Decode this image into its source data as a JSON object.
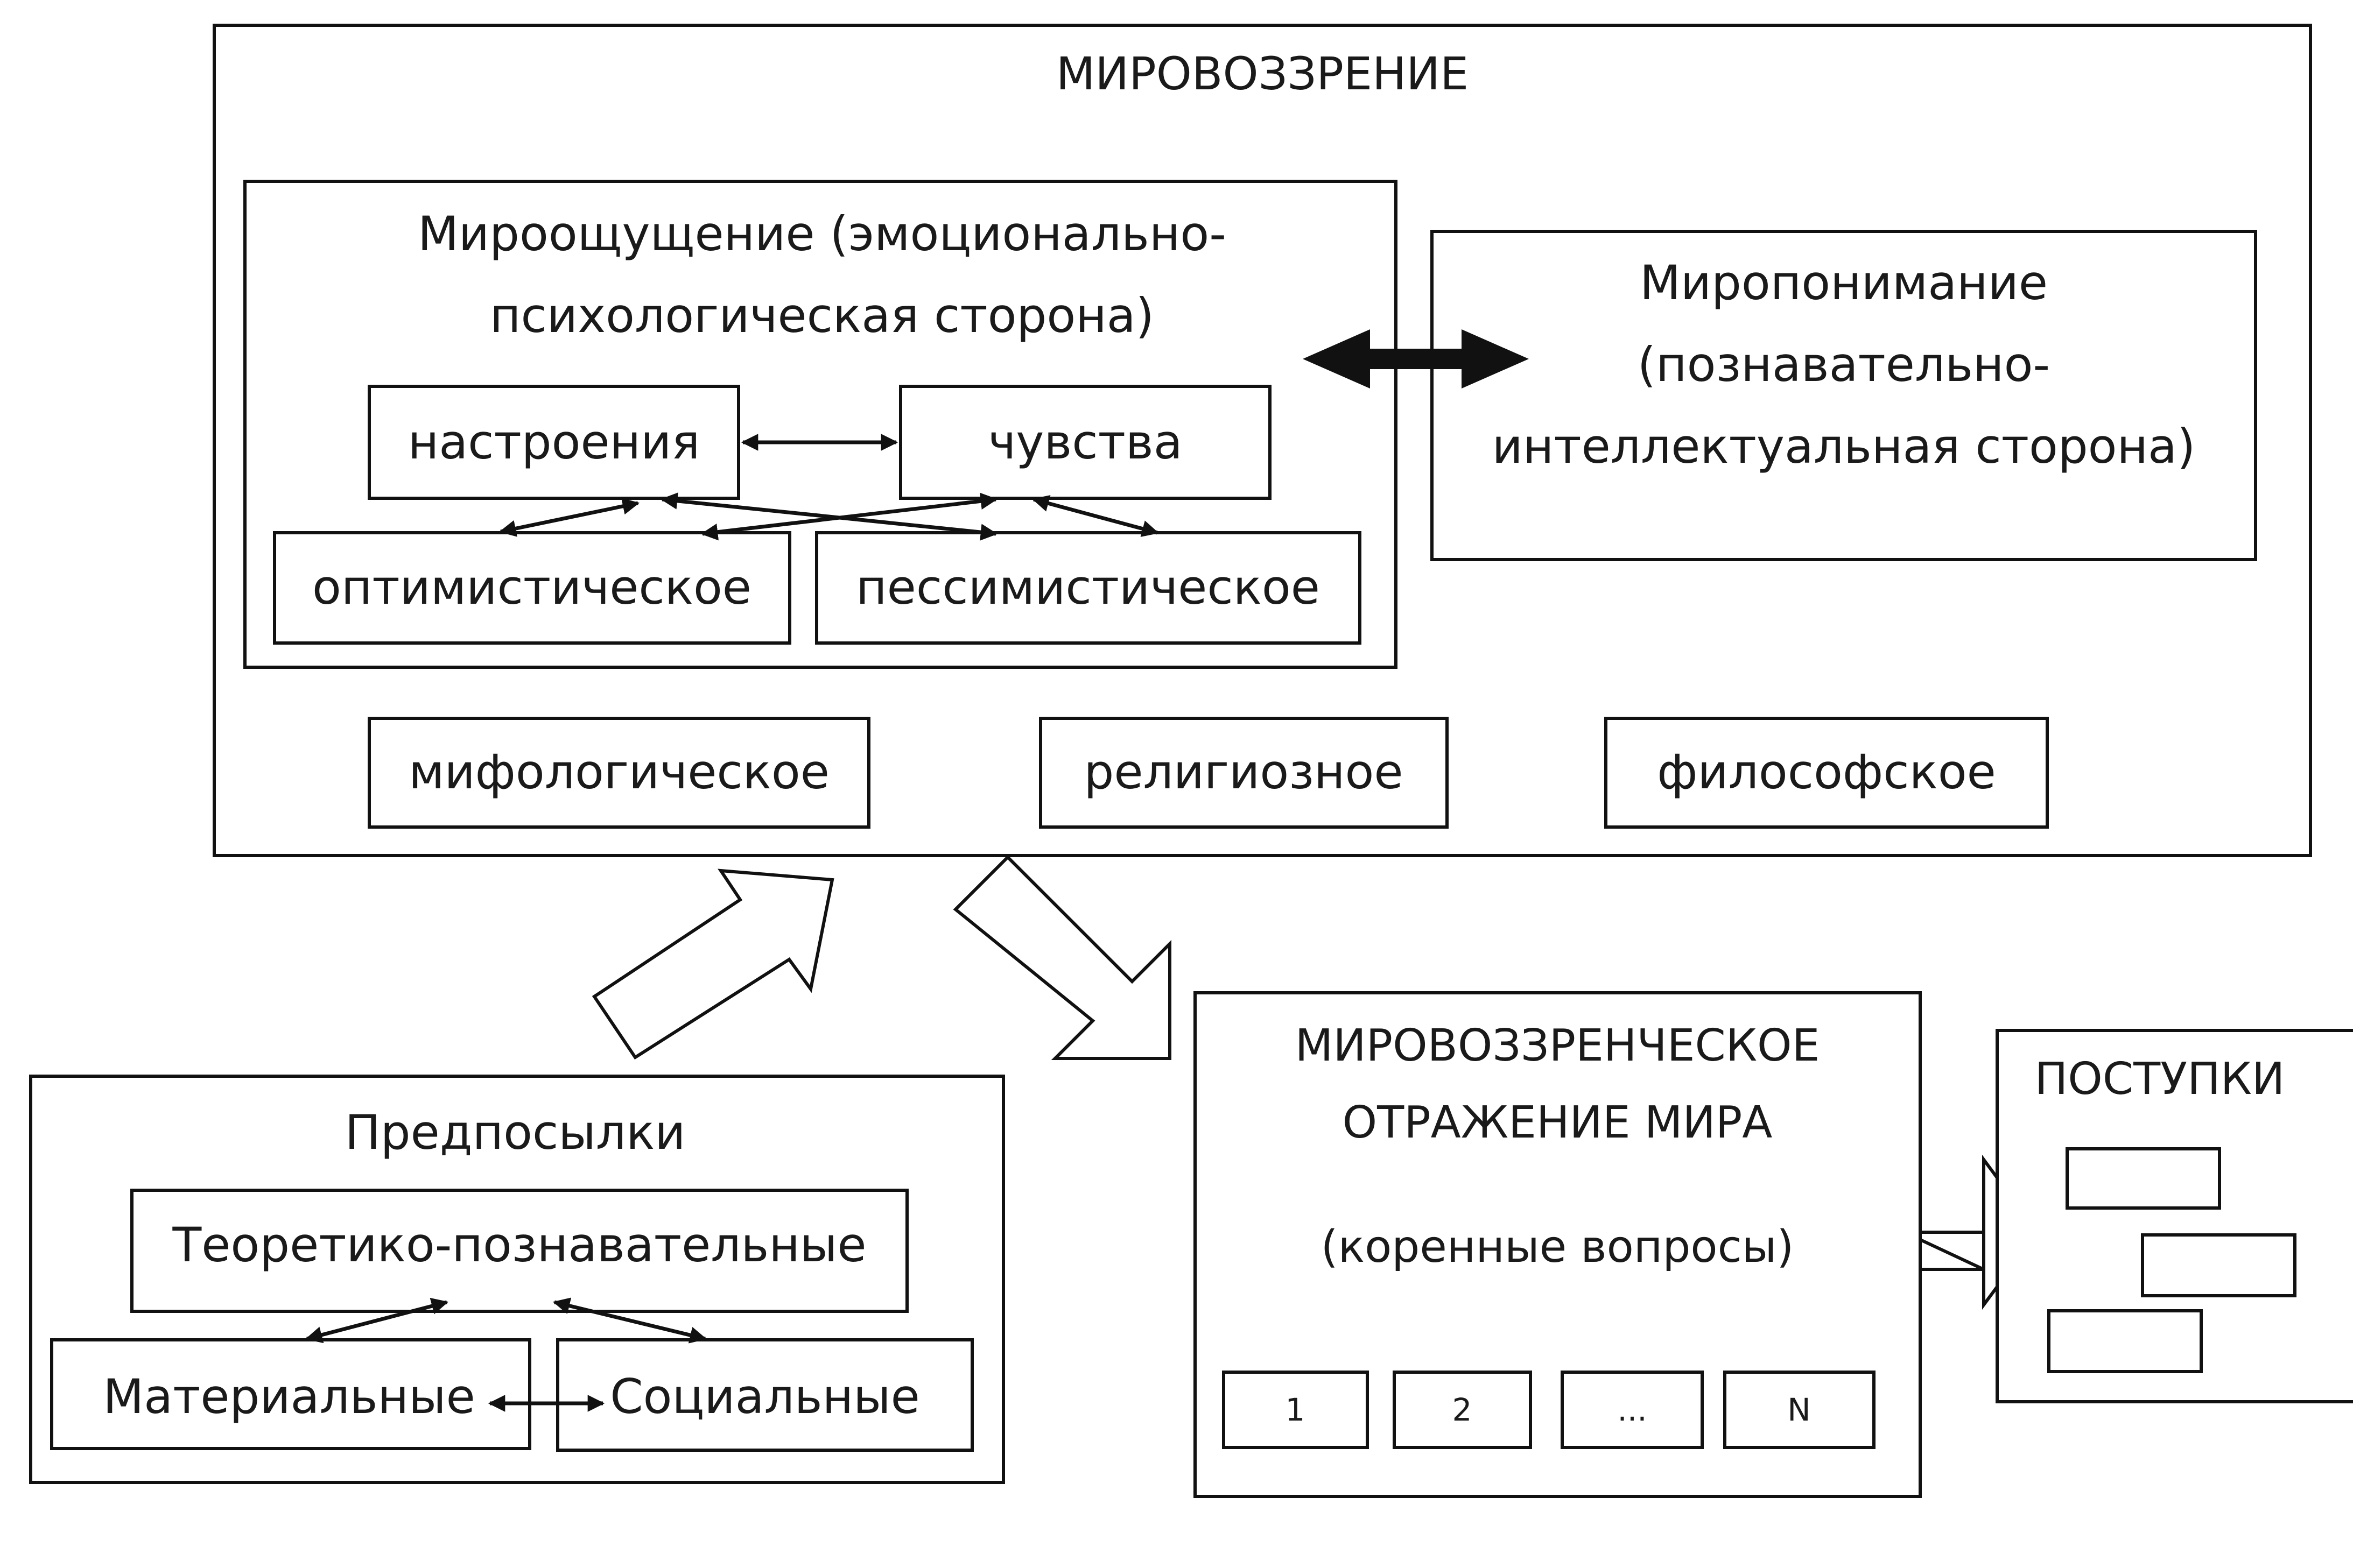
{
  "worldview": {
    "title": "МИРОВОЗЗРЕНИЕ",
    "attitude": {
      "title_line1": "Мироощущение (эмоционально-",
      "title_line2": "психологическая сторона)",
      "moods": "настроения",
      "feelings": "чувства",
      "optimistic": "оптимистическое",
      "pessimistic": "пессимистическое"
    },
    "understanding": {
      "line1": "Миропонимание",
      "line2": "(познавательно-",
      "line3": "интеллектуальная сторона)"
    },
    "types": [
      "мифологическое",
      "религиозное",
      "философское"
    ]
  },
  "prerequisites": {
    "title": "Предпосылки",
    "theoretical": "Теоретико-познавательные",
    "material": "Материальные",
    "social": "Социальные"
  },
  "reflection": {
    "line1": "МИРОВОЗЗРЕНЧЕСКОЕ",
    "line2": "ОТРАЖЕНИЕ МИРА",
    "line3": "(коренные вопросы)",
    "questions": [
      "1",
      "2",
      "...",
      "N"
    ]
  },
  "actions": {
    "title": "ПОСТУПКИ"
  }
}
